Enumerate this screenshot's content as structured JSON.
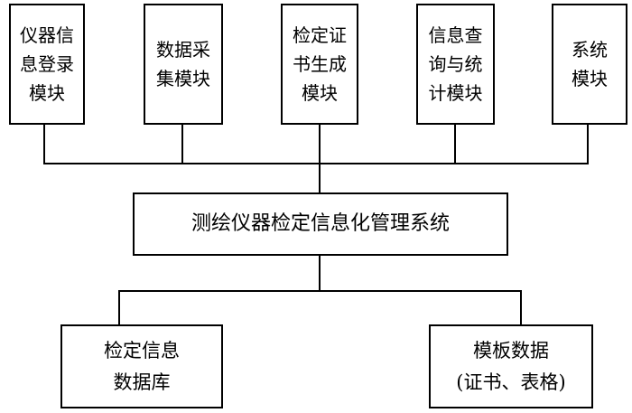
{
  "diagram": {
    "title": "测绘仪器检定信息化管理系统",
    "top_modules": [
      {
        "id": "instrument-info-register",
        "label": "仪器信\n息登录\n模块"
      },
      {
        "id": "data-acquisition",
        "label": "数据采\n集模块"
      },
      {
        "id": "certificate-generation",
        "label": "检定证\n书生成\n模块"
      },
      {
        "id": "query-statistics",
        "label": "信息查\n询与统\n计模块"
      },
      {
        "id": "system",
        "label": "系统\n模块"
      }
    ],
    "center_node": {
      "label": "测绘仪器检定信息化管理系统"
    },
    "bottom_nodes": [
      {
        "id": "verification-info-database",
        "label": "检定信息\n数据库"
      },
      {
        "id": "template-data",
        "label": "模板数据\n(证书、表格)"
      }
    ],
    "colors": {
      "line": "#000000",
      "text": "#000000",
      "background": "#ffffff"
    }
  }
}
